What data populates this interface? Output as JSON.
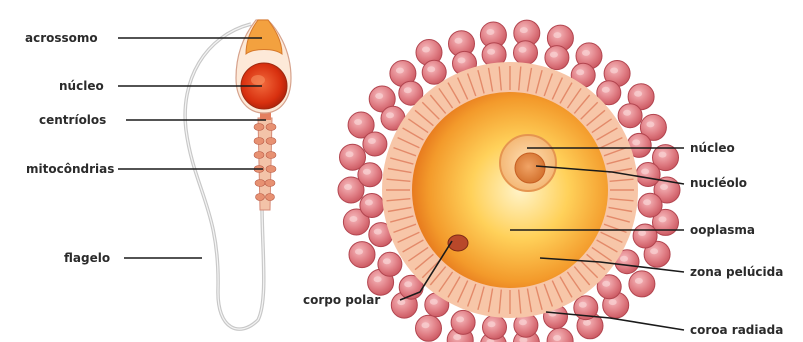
{
  "sperm": {
    "labels": {
      "acrosome": "acrossomo",
      "nucleus": "núcleo",
      "centrioles": "centríolos",
      "mitochondria": "mitocôndrias",
      "flagellum": "flagelo"
    }
  },
  "ovum": {
    "labels": {
      "nucleus": "núcleo",
      "nucleolus": "nucléolo",
      "ooplasm": "ooplasma",
      "zona_pellucida": "zona pelúcida",
      "corona_radiata": "coroa radiada",
      "polar_body": "corpo polar"
    }
  },
  "colors": {
    "membrane_pink": "#e8959a",
    "cell_red": "#d9626b",
    "ooplasm_orange": "#f08a28",
    "ooplasm_yellow": "#ffd15a",
    "zona_peach": "#f7c6a8",
    "nucleus_red": "#d8300f"
  }
}
